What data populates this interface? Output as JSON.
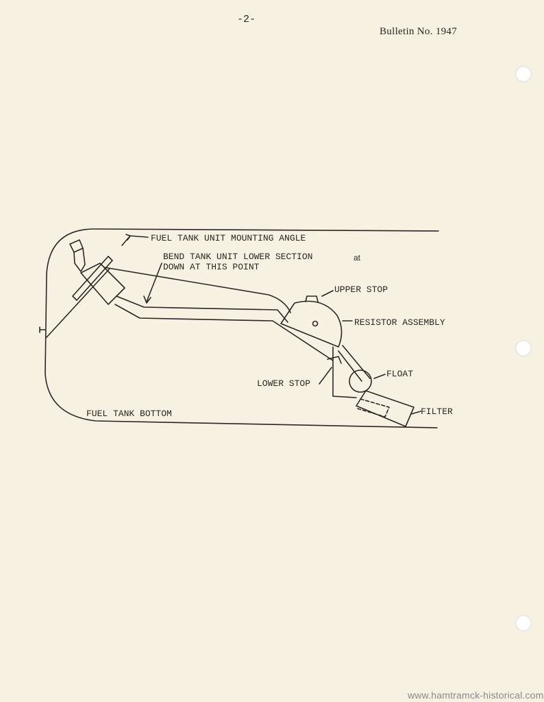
{
  "header": {
    "page_number": "-2-",
    "bulletin_number": "Bulletin No. 1947"
  },
  "diagram": {
    "labels": {
      "mounting_angle": "FUEL TANK UNIT MOUNTING ANGLE",
      "bend_line1": "BEND TANK UNIT LOWER SECTION",
      "bend_at": "at",
      "bend_line2": "DOWN AT THIS POINT",
      "upper_stop": "UPPER STOP",
      "resistor": "RESISTOR ASSEMBLY",
      "float": "FLOAT",
      "lower_stop": "LOWER STOP",
      "filter": "FILTER",
      "tank_bottom": "FUEL TANK BOTTOM"
    }
  },
  "footer": {
    "watermark": "www.hamtramck-historical.com"
  }
}
